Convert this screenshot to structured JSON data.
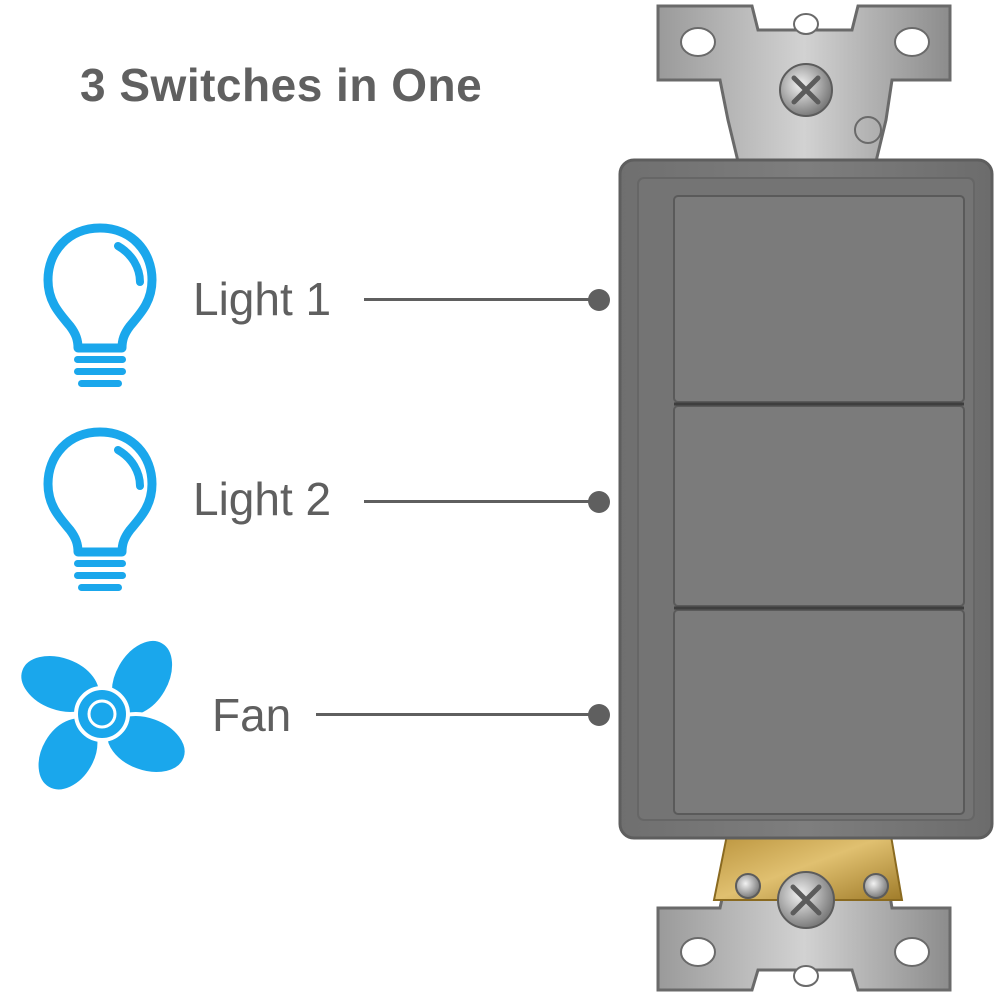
{
  "headline": "3 Switches in One",
  "labels": {
    "light_1": "Light 1",
    "light_2": "Light 2",
    "fan": "Fan"
  },
  "icons": {
    "bulb_1": "light-bulb-icon",
    "bulb_2": "light-bulb-icon",
    "fan": "fan-icon"
  },
  "colors": {
    "icon_blue": "#1aa7ec",
    "text_gray": "#5f5f5f",
    "switch_gray": "#7a7a7a"
  }
}
